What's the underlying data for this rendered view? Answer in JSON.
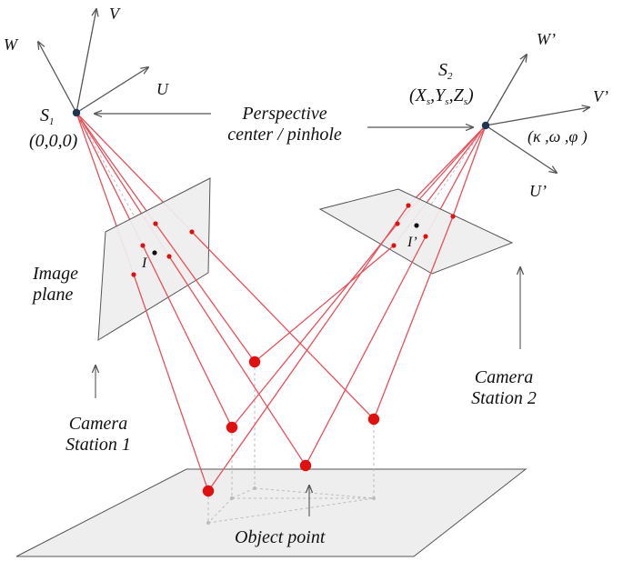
{
  "colors": {
    "ray": "#e8505b",
    "point": "#e01010",
    "center": "#1f3550",
    "plane_fill": "#eeeeee",
    "plane_stroke": "#555555",
    "axis": "#555555",
    "dashed": "#bbbbbb",
    "text": "#111111"
  },
  "labels": {
    "s1": {
      "letter": "S",
      "sub": "1",
      "coords": "(0,0,0)"
    },
    "s2": {
      "letter": "S",
      "sub": "2",
      "coords": "(X",
      "sub_s": "s",
      "comma_y": ",Y",
      "comma_z": ",Z",
      "close": ")"
    },
    "axes_left": {
      "v": "V",
      "w": "W",
      "u": "U"
    },
    "axes_right": {
      "w": "W’",
      "v": "V’",
      "u": "U’"
    },
    "angles": "(κ ,ω ,φ )",
    "perspective_line1": "Perspective",
    "perspective_line2": "center / pinhole",
    "image_plane_line1": "Image",
    "image_plane_line2": "plane",
    "image_point_left": "I",
    "image_point_right": "I’",
    "camera1_line1": "Camera",
    "camera1_line2": "Station 1",
    "camera2_line1": "Camera",
    "camera2_line2": "Station 2",
    "object_point": "Object point"
  }
}
